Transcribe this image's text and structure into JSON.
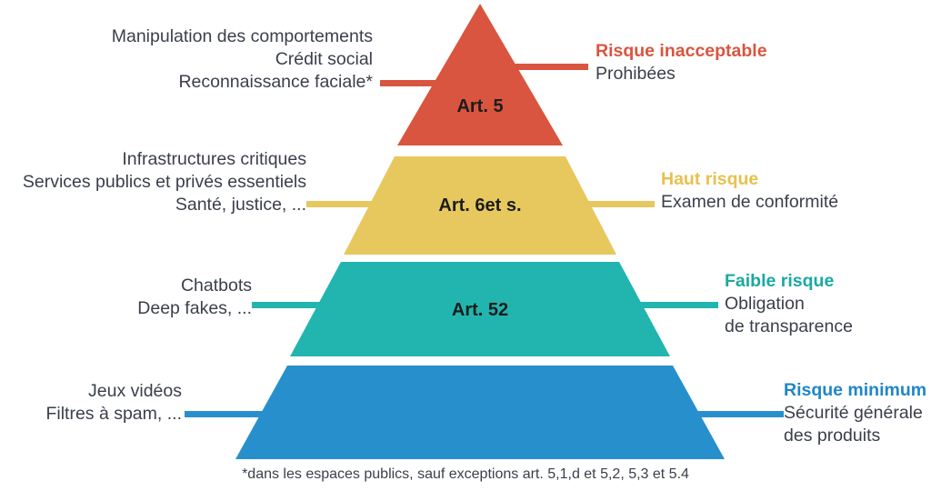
{
  "figure": {
    "footnote": "*dans les espaces publics, sauf exceptions art. 5,1,d et 5,2, 5,3 et 5.4"
  },
  "colors": {
    "unacceptable": "#d9553f",
    "high": "#e7c85f",
    "low": "#22b5af",
    "minimal": "#2790cc",
    "text": "#3a3f4a",
    "title_unacceptable": "#d9553f",
    "title_high": "#e7c14e",
    "title_low": "#1aa9a3",
    "title_minimal": "#1f86c8",
    "background": "#ffffff"
  },
  "chart_data": {
    "type": "pyramid",
    "title": "",
    "levels": [
      {
        "id": "unacceptable",
        "tier_label": "Art. 5",
        "risk_title": "Risque inacceptable",
        "risk_subtitle": "Prohibées",
        "examples": [
          "Manipulation des comportements",
          "Crédit social",
          "Reconnaissance faciale*"
        ],
        "color": "#d9553f"
      },
      {
        "id": "high",
        "tier_label": "Art. 6et s.",
        "risk_title": "Haut risque",
        "risk_subtitle": "Examen de conformité",
        "examples": [
          "Infrastructures critiques",
          "Services publics et privés essentiels",
          "Santé, justice, ..."
        ],
        "color": "#e7c85f"
      },
      {
        "id": "low",
        "tier_label": "Art. 52",
        "risk_title": "Faible risque",
        "risk_subtitle_line1": "Obligation",
        "risk_subtitle_line2": "de transparence",
        "examples": [
          "Chatbots",
          "Deep fakes, ..."
        ],
        "color": "#22b5af"
      },
      {
        "id": "minimal",
        "tier_label": "",
        "risk_title": "Risque minimum",
        "risk_subtitle_line1": "Sécurité générale",
        "risk_subtitle_line2": "des produits",
        "examples": [
          "Jeux vidéos",
          "Filtres à spam, ..."
        ],
        "color": "#2790cc"
      }
    ]
  }
}
